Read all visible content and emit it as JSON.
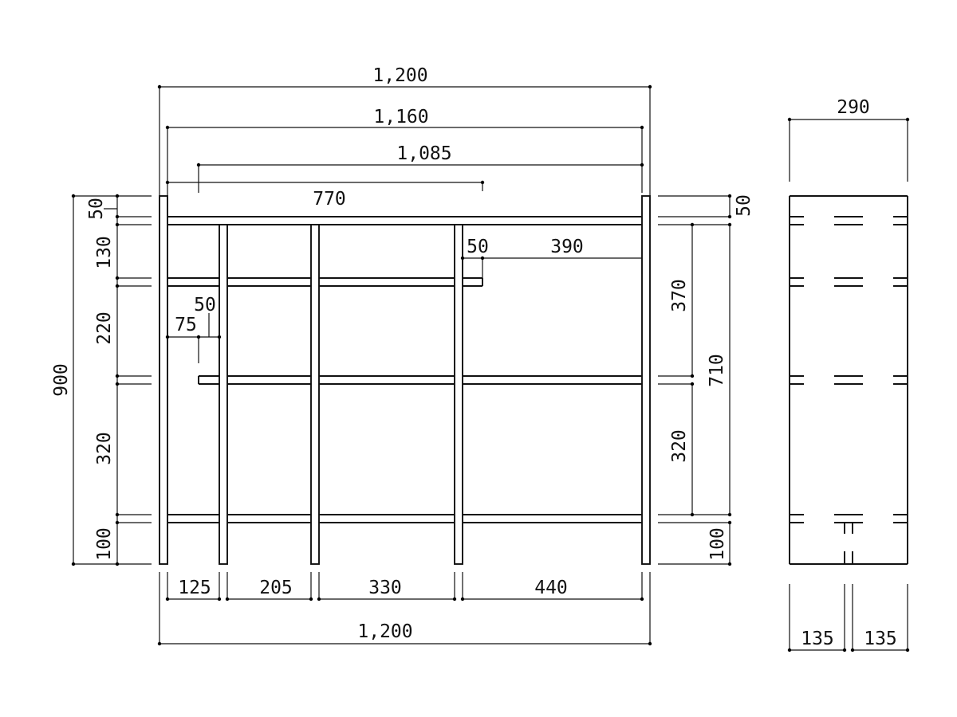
{
  "drawing": {
    "front_view": {
      "overall_width_bottom": "1,200",
      "overall_width_top": "1,200",
      "inner_width": "1,160",
      "partial_width_1085": "1,085",
      "partial_width_770": "770",
      "left_heights": [
        "50",
        "130",
        "220",
        "320",
        "100"
      ],
      "overall_height": "900",
      "right_heights": [
        "50",
        "370",
        "320",
        "100"
      ],
      "right_total_height": "710",
      "bay_widths": [
        "125",
        "205",
        "330",
        "440"
      ],
      "detail_50_right": "50",
      "detail_390": "390",
      "detail_50_left": "50",
      "detail_75": "75"
    },
    "side_view": {
      "depth": "290",
      "half_depths": [
        "135",
        "135"
      ]
    }
  }
}
